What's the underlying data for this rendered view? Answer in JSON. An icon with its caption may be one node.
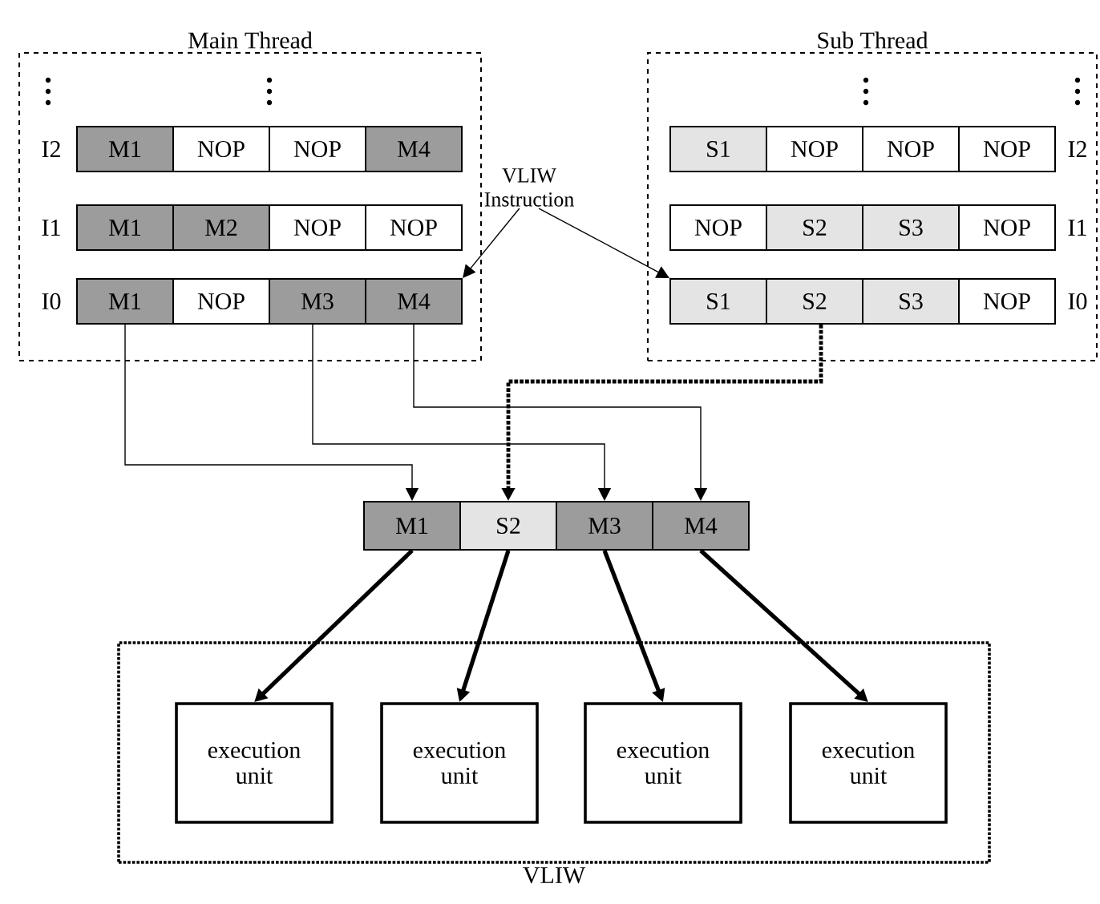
{
  "diagram": {
    "nodes": [
      {
        "text": [
          "Main Thread"
        ]
      },
      {
        "text": [
          "M1"
        ],
        "in": 0
      },
      {
        "text": [
          "NOP"
        ],
        "in": 0
      },
      {
        "text": [
          "NOP"
        ],
        "in": 0
      },
      {
        "text": [
          "M4"
        ],
        "in": 0
      },
      {
        "text": [
          "M1"
        ],
        "in": 0
      },
      {
        "text": [
          "M2"
        ],
        "in": 0
      },
      {
        "text": [
          "NOP"
        ],
        "in": 0
      },
      {
        "text": [
          "NOP"
        ],
        "in": 0
      },
      {
        "text": [
          "M1"
        ],
        "in": 0
      },
      {
        "text": [
          "NOP"
        ],
        "in": 0
      },
      {
        "text": [
          "M3"
        ],
        "in": 0
      },
      {
        "text": [
          "M4"
        ],
        "in": 0
      },
      {
        "text": [
          "Sub Thread"
        ]
      },
      {
        "text": [
          "S1"
        ],
        "in": 13
      },
      {
        "text": [
          "NOP"
        ],
        "in": 13
      },
      {
        "text": [
          "NOP"
        ],
        "in": 13
      },
      {
        "text": [
          "NOP"
        ],
        "in": 13
      },
      {
        "text": [
          "NOP"
        ],
        "in": 13
      },
      {
        "text": [
          "S2"
        ],
        "in": 13
      },
      {
        "text": [
          "S3"
        ],
        "in": 13
      },
      {
        "text": [
          "NOP"
        ],
        "in": 13
      },
      {
        "text": [
          "S1"
        ],
        "in": 13
      },
      {
        "text": [
          "S2"
        ],
        "in": 13
      },
      {
        "text": [
          "S3"
        ],
        "in": 13
      },
      {
        "text": [
          "NOP"
        ],
        "in": 13
      },
      {
        "text": [
          "M1"
        ]
      },
      {
        "text": [
          "S2"
        ]
      },
      {
        "text": [
          "M3"
        ]
      },
      {
        "text": [
          "M4"
        ]
      },
      {
        "text": [
          "VLIW"
        ]
      },
      {
        "text": [
          "execution unit"
        ],
        "in": 30
      },
      {
        "text": [
          "execution unit"
        ],
        "in": 30
      },
      {
        "text": [
          "execution unit"
        ],
        "in": 30
      },
      {
        "text": [
          "execution unit"
        ],
        "in": 30
      },
      {
        "text": [
          "VLIW Instruction"
        ]
      }
    ],
    "edges": [
      {
        "from": 9,
        "to": 26,
        "arrow": "to"
      },
      {
        "from": 23,
        "to": 27,
        "arrow": "to",
        "style": "dashed"
      },
      {
        "from": 11,
        "to": 28,
        "arrow": "to"
      },
      {
        "from": 12,
        "to": 29,
        "arrow": "to"
      },
      {
        "from": 26,
        "to": 31,
        "arrow": "to",
        "style": "thick"
      },
      {
        "from": 27,
        "to": 32,
        "arrow": "to",
        "style": "thick"
      },
      {
        "from": 28,
        "to": 33,
        "arrow": "to",
        "style": "thick"
      },
      {
        "from": 29,
        "to": 34,
        "arrow": "to",
        "style": "thick"
      },
      {
        "from": 35,
        "to": 12,
        "arrow": "to"
      },
      {
        "from": 35,
        "to": 22,
        "arrow": "to"
      }
    ],
    "labels": [
      "I2",
      "I1",
      "I0",
      "I2",
      "I1",
      "I0"
    ]
  }
}
